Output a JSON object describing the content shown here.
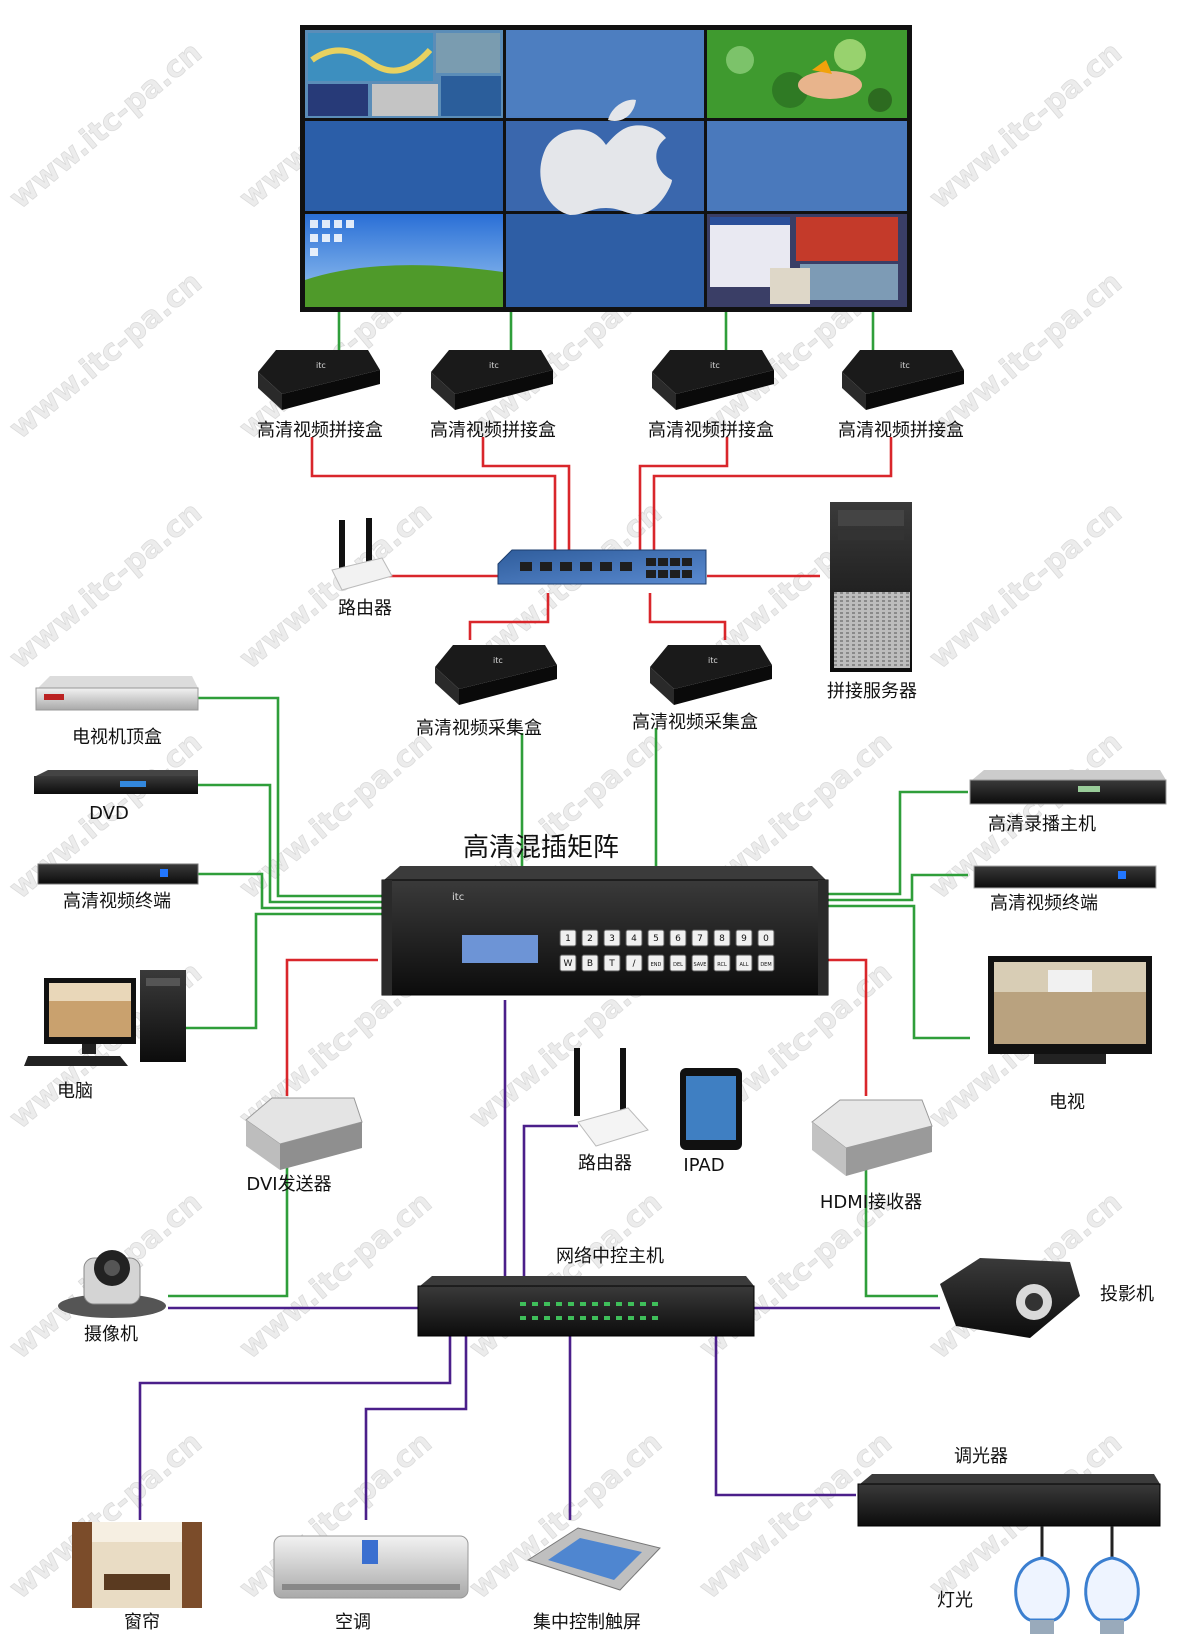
{
  "watermark": "www.itc-pa.cn",
  "colors": {
    "ethernet": "#d9262b",
    "video": "#2f9e3a",
    "control": "#4b1f8a",
    "device_dark": "#151515",
    "panel_blue": "#5b8fd6"
  },
  "labels": {
    "splicer_1": "高清视频拼接盒",
    "splicer_2": "高清视频拼接盒",
    "splicer_3": "高清视频拼接盒",
    "splicer_4": "高清视频拼接盒",
    "router_top": "路由器",
    "splice_server": "拼接服务器",
    "capture_1": "高清视频采集盒",
    "capture_2": "高清视频采集盒",
    "tv_stb": "电视机顶盒",
    "dvd": "DVD",
    "hd_terminal_left": "高清视频终端",
    "pc": "电脑",
    "matrix": "高清混插矩阵",
    "recorder": "高清录播主机",
    "hd_terminal_right": "高清视频终端",
    "tv": "电视",
    "dvi_tx": "DVI发送器",
    "router_mid": "路由器",
    "ipad": "IPAD",
    "hdmi_rx": "HDMI接收器",
    "control_host": "网络中控主机",
    "camera": "摄像机",
    "projector": "投影机",
    "dimmer": "调光器",
    "curtain": "窗帘",
    "ac": "空调",
    "touch_screen": "集中控制触屏",
    "lights": "灯光"
  },
  "device_text": {
    "brand": "itc",
    "keypad_row1": [
      "1",
      "2",
      "3",
      "4",
      "5",
      "6",
      "7",
      "8",
      "9",
      "0"
    ],
    "keypad_row2": [
      "W",
      "B",
      "T",
      "/",
      "END",
      "DEL",
      "SAVE",
      "RCL",
      "ALL",
      "DEM"
    ]
  }
}
